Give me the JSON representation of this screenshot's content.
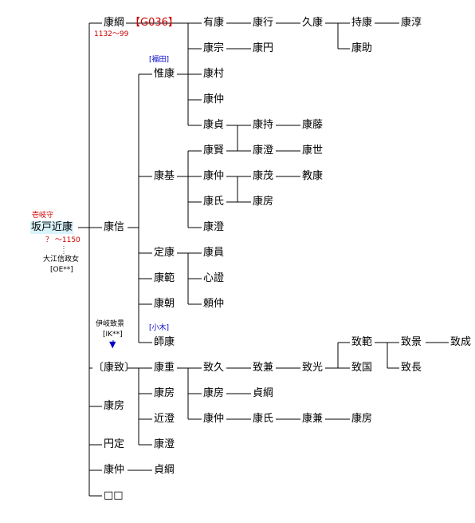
{
  "colors": {
    "line": "#000000",
    "red": "#cc0000",
    "blue": "#0000cc",
    "highlight": "#d9f3fb",
    "arrow": "#0000cc"
  },
  "root": {
    "title": "壱岐守",
    "name": "坂戸近康",
    "years": "？ ～1150",
    "spouse_line1": "大江信政女",
    "spouse_line2": "[OE**]"
  },
  "annotations": {
    "g036": "【G036】",
    "years_1132": "1132～99",
    "fukuda": "[福田]",
    "koki": "[小木]",
    "adopt_line1": "伊岐致景",
    "adopt_line2": "[IK**]"
  },
  "names": {
    "c1": "康綱",
    "c2": "康信",
    "c3": "〔康致〕",
    "c4": "康房",
    "c5": "円定",
    "c6": "康仲",
    "c7": "□□",
    "n_aryasu": "有康",
    "n_yasuyuki": "康行",
    "n_hisayasu": "久康",
    "n_mochiyasu": "持康",
    "n_yasujun": "康淳",
    "n_yasusuke": "康助",
    "n_yasumune": "康宗",
    "n_yasumaru": "康円",
    "n_koreyasu": "惟康",
    "n_yasumura": "康村",
    "n_yasunaka1": "康仲",
    "n_yasusada": "康貞",
    "n_yasumochi": "康持",
    "n_yasufuji": "康藤",
    "n_yasumoto": "康基",
    "n_yasukata": "康賢",
    "n_yasuzumi1": "康澄",
    "n_yasuyo": "康世",
    "n_yasunaka2": "康仲",
    "n_yasushige": "康茂",
    "n_muneyasu": "教康",
    "n_yasuuji": "康氏",
    "n_yasufusa1": "康房",
    "n_yasuzumi2": "康澄",
    "n_sadayasu": "定康",
    "n_yasukazu": "康員",
    "n_yasunori": "康範",
    "n_shinsho": "心證",
    "n_yasutomo": "康朝",
    "n_yorinaka": "頼仲",
    "n_moroyasu": "師康",
    "n_yasushige2": "康重",
    "n_munehisa": "致久",
    "n_yasukane": "致兼",
    "n_munemitsu": "致光",
    "n_munenori": "致範",
    "n_munekage": "致景",
    "n_munenari": "致成",
    "n_munekuni": "致国",
    "n_munenaga": "致長",
    "n_yasufusa2": "康房",
    "n_sadatsuna1": "貞綱",
    "n_chikazumi": "近澄",
    "n_yasuzumi3": "康澄",
    "n_yasunaka3": "康仲",
    "n_yasuuji2": "康氏",
    "n_yasukane2": "康兼",
    "n_yasufusa3": "康房",
    "n_sadatsuna2": "貞綱"
  }
}
